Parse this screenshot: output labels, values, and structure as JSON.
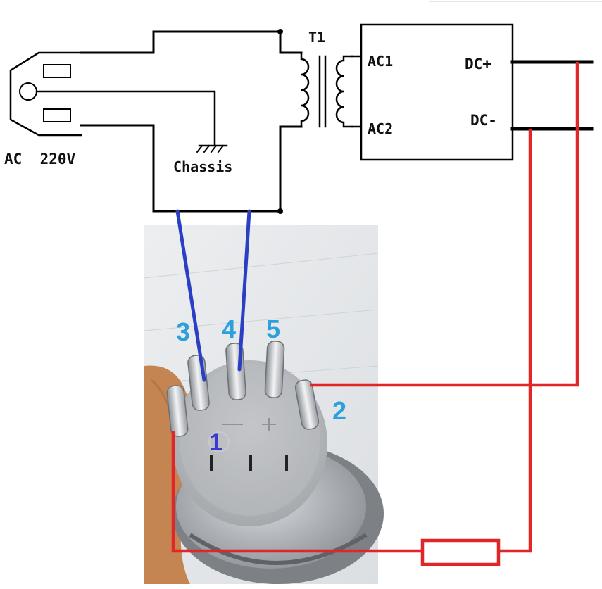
{
  "diagram": {
    "ac_label": "AC  220V",
    "chassis_label": "Chassis",
    "transformer_label": "T1",
    "module": {
      "in1": "AC1",
      "in2": "AC2",
      "out_pos": "DC+",
      "out_neg": "DC-"
    },
    "pins": {
      "p1": "1",
      "p2": "2",
      "p3": "3",
      "p4": "4",
      "p5": "5"
    },
    "colors": {
      "schematic": "#000000",
      "switch_wires": "#2b3fc4",
      "dc_wires": "#e02626",
      "pin_numbers": "#2aa0dc",
      "pin_one": "#3a3ad0"
    }
  }
}
